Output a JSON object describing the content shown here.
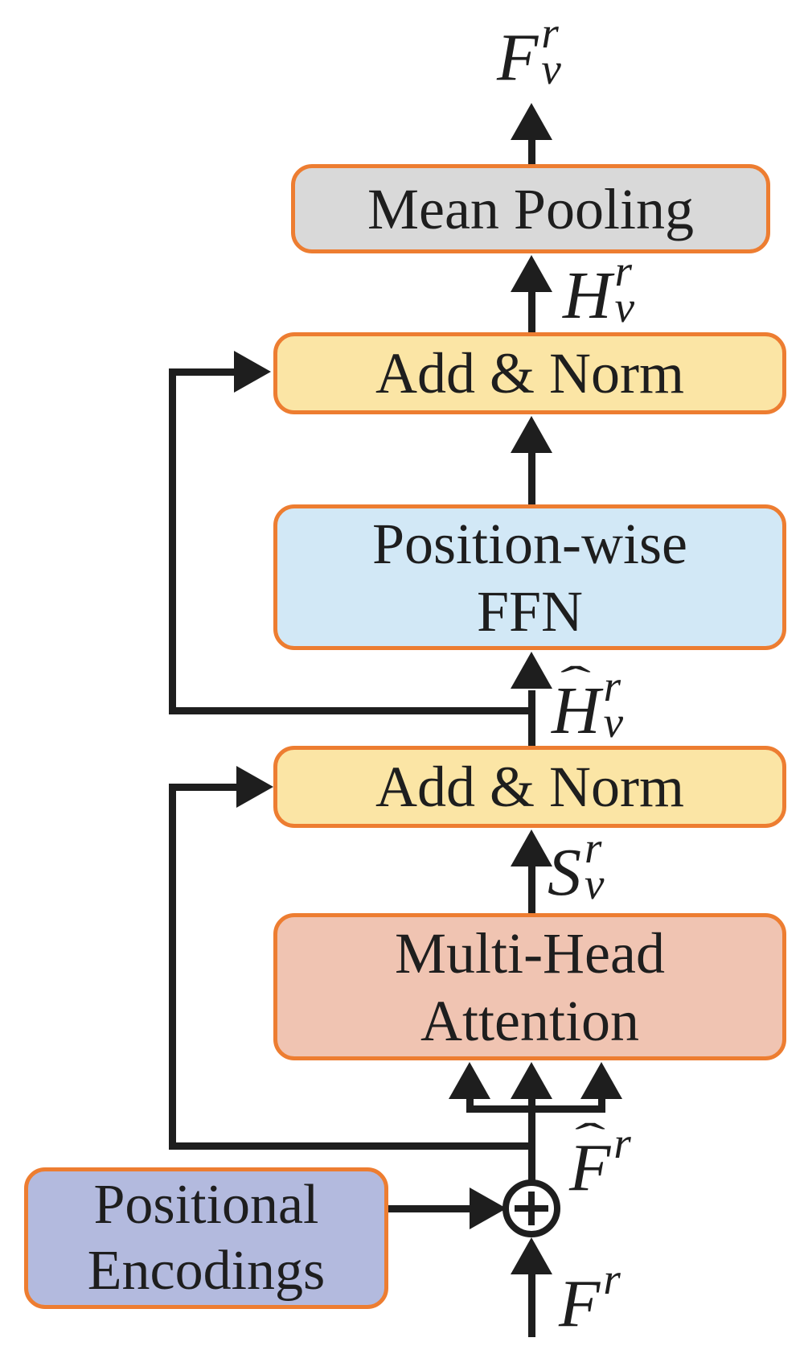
{
  "boxes": {
    "mean_pooling": {
      "label": "Mean Pooling",
      "fill": "#d9d9d9"
    },
    "add_norm_top": {
      "label": "Add & Norm",
      "fill": "#fbe5a5"
    },
    "ffn": {
      "line1": "Position-wise",
      "line2": "FFN",
      "fill": "#d2e8f6"
    },
    "add_norm_bottom": {
      "label": "Add & Norm",
      "fill": "#fbe5a5"
    },
    "mha": {
      "line1": "Multi-Head",
      "line2": "Attention",
      "fill": "#f0c4b2"
    },
    "pos_enc": {
      "line1": "Positional",
      "line2": "Encodings",
      "fill": "#b3bade"
    }
  },
  "labels": {
    "output": {
      "base": "F",
      "sup": "r",
      "sub": "v"
    },
    "h": {
      "base": "H",
      "sup": "r",
      "sub": "v"
    },
    "h_hat": {
      "base": "H",
      "hat": "ˆ",
      "sup": "r",
      "sub": "v"
    },
    "s": {
      "base": "S",
      "sup": "r",
      "sub": "v"
    },
    "f_hat": {
      "base": "F",
      "hat": "ˆ",
      "sup": "r"
    },
    "input": {
      "base": "F",
      "sup": "r"
    }
  },
  "icons": {
    "plus_circle": "⊕",
    "arrow": "▲"
  },
  "colors": {
    "box_border": "#ed7d31",
    "arrow_line": "#1e1e1e",
    "mean_pooling_fill": "#d9d9d9",
    "add_norm_fill": "#fbe5a5",
    "ffn_fill": "#d2e8f6",
    "mha_fill": "#f0c4b2",
    "pos_enc_fill": "#b3bade"
  }
}
